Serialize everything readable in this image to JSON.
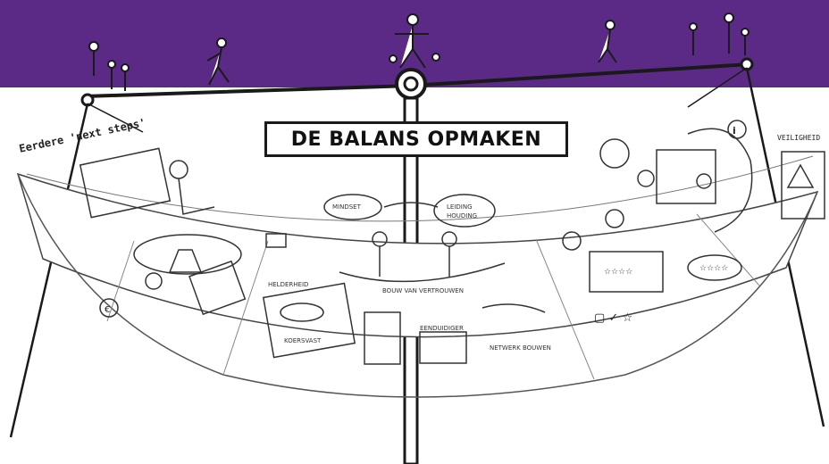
{
  "title": "DE BALANS OPMAKEN",
  "left_note": "Eerdere 'next steps'",
  "right_note": "VEILIGHEID",
  "labels": {
    "mindset": "MINDSET",
    "leiding": "LEIDING",
    "houding": "HOUDING",
    "bouw": "BOUW VAN VERTROUWEN",
    "helderheid": "HELDERHEID",
    "koersvast": "KOERSVAST",
    "eenduidiger": "EENDUIDIGER",
    "netwerk": "NETWERK BOUWEN",
    "rating": "☆☆☆☆"
  },
  "colors": {
    "band": "#5a2a86",
    "ink": "#1a1a1a"
  }
}
